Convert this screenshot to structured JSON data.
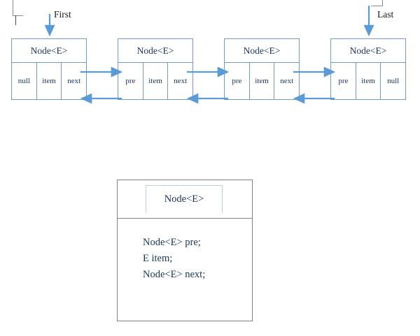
{
  "diagram": {
    "title_label_first": "First",
    "title_label_last": "Last",
    "nodes": [
      {
        "title": "Node<E>",
        "fields": [
          "null",
          "item",
          "next"
        ]
      },
      {
        "title": "Node<E>",
        "fields": [
          "pre",
          "item",
          "next"
        ]
      },
      {
        "title": "Node<E>",
        "fields": [
          "pre",
          "item",
          "next"
        ]
      },
      {
        "title": "Node<E>",
        "fields": [
          "pre",
          "item",
          "null"
        ]
      }
    ],
    "accent_color": "#6d9bd1",
    "text_color": "#17365d"
  },
  "class_box": {
    "tab_label": "Node<E>",
    "members": [
      "Node<E> pre;",
      "E item;",
      "Node<E> next;"
    ],
    "border_color": "#808080"
  }
}
